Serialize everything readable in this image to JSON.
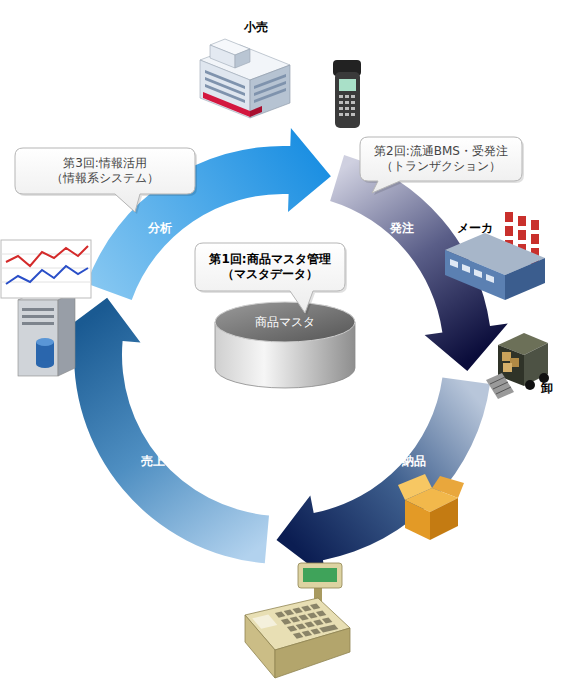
{
  "diagram": {
    "nodes": [
      {
        "text": [
          "小売"
        ]
      },
      {
        "text": [
          "第3回:情報活用 （情報系システム）"
        ]
      },
      {
        "text": [
          "第2回:流通BMS・受発注 （トランザクション）"
        ]
      },
      {
        "text": [
          "メーカ"
        ]
      },
      {
        "text": [
          "第1回:商品マスタ管理 （マスタデータ）"
        ]
      },
      {
        "text": [
          "商品マスタ"
        ]
      },
      {
        "text": [
          "卸"
        ]
      }
    ],
    "labels": [
      "分析",
      "発注",
      "納品",
      "売上"
    ]
  }
}
